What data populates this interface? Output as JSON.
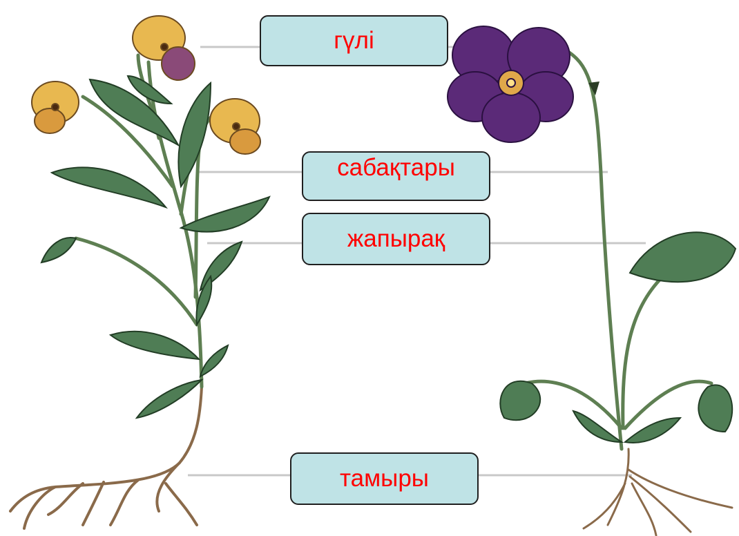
{
  "colors": {
    "label_text": "#ff0000",
    "label_fill": "#bfe3e6",
    "label_border": "#1f1f1f",
    "leader_line": "#c8c8c8",
    "leaf_green": "#4f7d55",
    "stem_green": "#5e7f52",
    "pansy_yellow": "#e8b850",
    "violet_purple": "#5b2a78"
  },
  "labels": {
    "flower": "гүлі",
    "stem": "сабақтары",
    "leaf": "жапырақ",
    "root": "тамыры"
  },
  "icons": [
    "pansy-plant-illustration",
    "violet-plant-illustration"
  ]
}
